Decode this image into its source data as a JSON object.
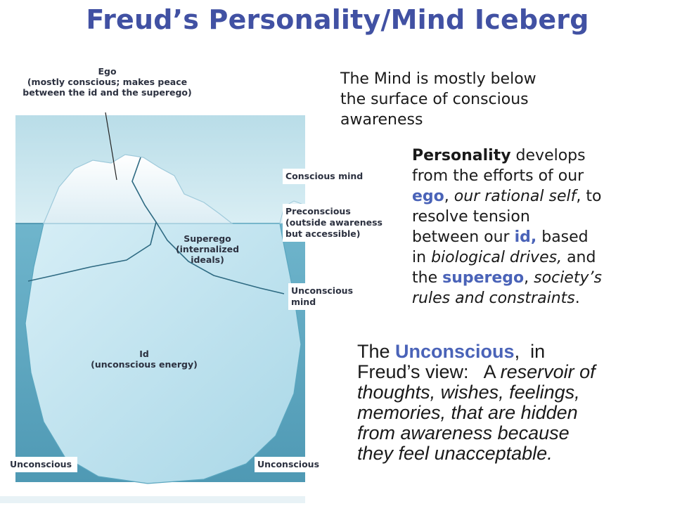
{
  "title": "Freud’s Personality/Mind Iceberg",
  "diagram": {
    "ego_label": [
      "Ego",
      "(mostly conscious; makes peace",
      "between the id and the superego)"
    ],
    "conscious_mind": "Conscious mind",
    "preconscious": [
      "Preconscious",
      "(outside awareness",
      "but accessible)"
    ],
    "superego": [
      "Superego",
      "(internalized",
      "ideals)"
    ],
    "unconscious_mind": "Unconscious mind",
    "id": [
      "Id",
      "(unconscious energy)"
    ],
    "unconscious_left": "Unconscious",
    "unconscious_right": "Unconscious",
    "colors": {
      "sky": "#c6e3ec",
      "water": "#72b6cd",
      "water_deep": "#4d97b3",
      "ice_top": "#eef6fa",
      "ice_body": "#bde1ee",
      "title": "#4151a3",
      "accent_blue": "#4a63b8"
    }
  },
  "mind_text": {
    "l1": "The Mind is mostly below",
    "l2": "the surface of conscious",
    "l3": "awareness"
  },
  "personality_text": {
    "word_personality": "Personality",
    "t1": " develops",
    "l2": "from the efforts of our",
    "word_ego": "ego",
    "t3a": ", ",
    "t3b": "our rational self",
    "t3c": ", to",
    "l4": "resolve tension",
    "t5a": "between our ",
    "word_id": "id,",
    "t5b": " based",
    "t6a": "in ",
    "t6b": "biological drives,",
    "t6c": " and",
    "t7a": "the ",
    "word_superego": "superego",
    "t7b": ", ",
    "t7c": "society’s",
    "l8": "rules and constraints",
    "t8end": "."
  },
  "unconscious_text": {
    "t1a": "The ",
    "word_unconscious": "Unconscious",
    "t1b": ",  in",
    "t2a": "Freud’s view:   A ",
    "t2b": "reservoir of",
    "l3": "thoughts, wishes, feelings,",
    "l4": "memories, that are hidden",
    "l5": "from awareness because",
    "l6": "they feel unacceptable."
  }
}
